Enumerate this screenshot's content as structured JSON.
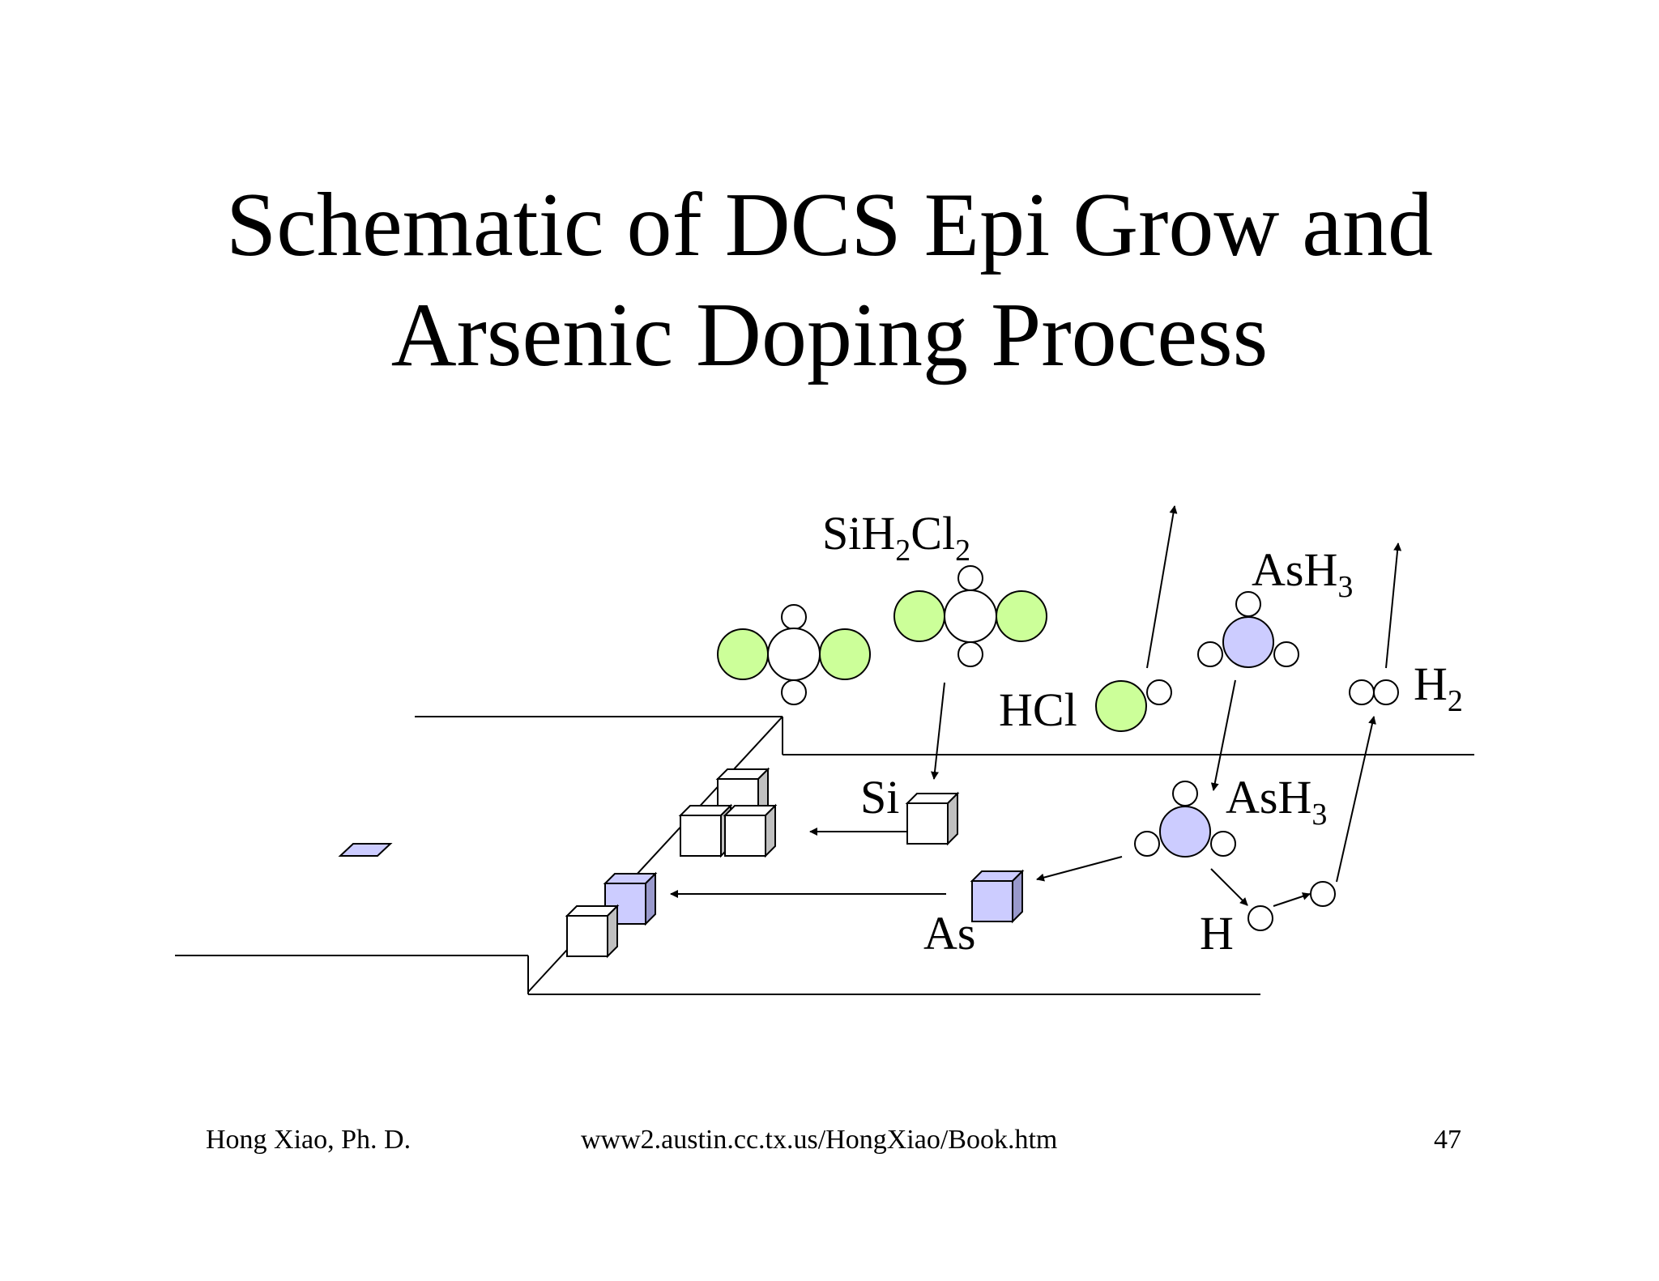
{
  "title": {
    "line1": "Schematic of DCS Epi Grow and",
    "line2": "Arsenic Doping Process"
  },
  "labels": {
    "sih2cl2": {
      "base": "SiH",
      "sub1": "2",
      "mid": "Cl",
      "sub2": "2"
    },
    "ash3_top": {
      "base": "AsH",
      "sub": "3"
    },
    "ash3_surface": {
      "base": "AsH",
      "sub": "3"
    },
    "hcl": "HCl",
    "h2": {
      "base": "H",
      "sub": "2"
    },
    "si": "Si",
    "as": "As",
    "h": "H"
  },
  "footer": {
    "author": "Hong Xiao, Ph. D.",
    "url": "www2.austin.cc.tx.us/HongXiao/Book.htm",
    "page": "47"
  },
  "colors": {
    "chlorine": "#ccff99",
    "arsenic": "#ccccff",
    "silicon_atom": "#ffffff",
    "cube_side": "#c0c0c0",
    "as_cube_side": "#9999cc",
    "line": "#000000"
  }
}
